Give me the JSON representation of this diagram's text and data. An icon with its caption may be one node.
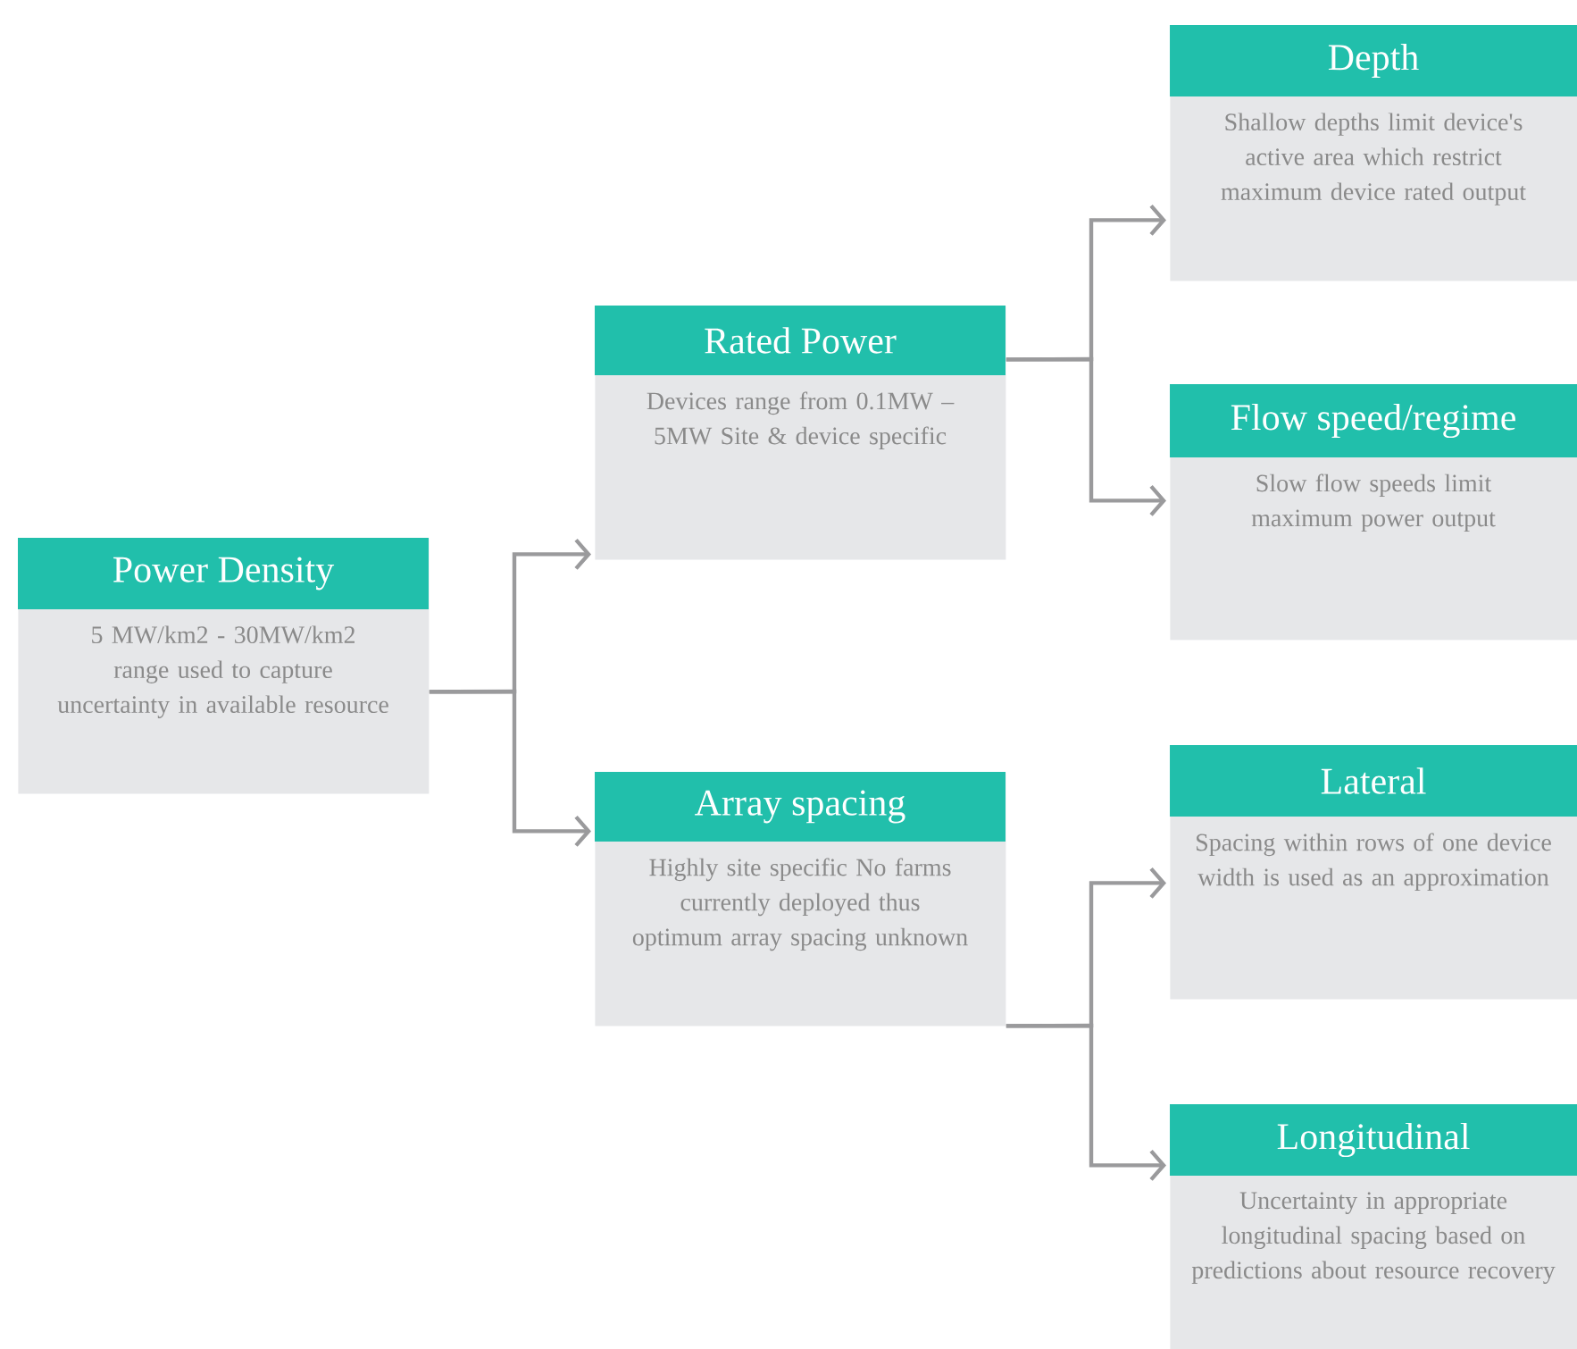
{
  "diagram": {
    "nodes": [
      {
        "text": [
          "Power Density",
          "5 MW/km2 - 30MW/km2 range used to capture uncertainty in available resource"
        ]
      },
      {
        "text": [
          "Rated Power",
          "Devices range from 0.1MW – 5MW Site & device specific"
        ]
      },
      {
        "text": [
          "Array spacing",
          "Highly site specific No farms currently deployed thus optimum array spacing unknown"
        ]
      },
      {
        "text": [
          "Depth",
          "Shallow depths limit device's active area which restrict maximum device rated output"
        ]
      },
      {
        "text": [
          "Flow speed/regime",
          "Slow flow speeds limit maximum power output"
        ]
      },
      {
        "text": [
          "Lateral",
          "Spacing within rows of one device width is used as an approximation"
        ]
      },
      {
        "text": [
          "Longitudinal",
          "Uncertainty in appropriate longitudinal spacing based on predictions about resource recovery"
        ]
      }
    ],
    "edges": [
      {
        "from": 0,
        "to": 1,
        "arrow": "to"
      },
      {
        "from": 0,
        "to": 2,
        "arrow": "to"
      },
      {
        "from": 1,
        "to": 3,
        "arrow": "to"
      },
      {
        "from": 1,
        "to": 4,
        "arrow": "to"
      },
      {
        "from": 2,
        "to": 5,
        "arrow": "to"
      },
      {
        "from": 2,
        "to": 6,
        "arrow": "to"
      }
    ]
  }
}
